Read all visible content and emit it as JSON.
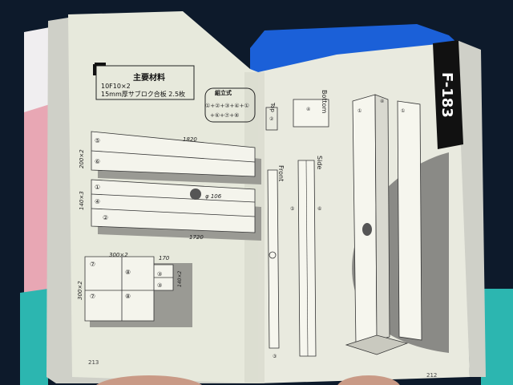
{
  "left_page": {
    "materials_title": "主要材料",
    "materials_line1": "10F10×2",
    "materials_line2": "15mm厚サブロク合板 2.5枚",
    "assembly_title": "組立式",
    "assembly_line1": "①+②+③+④+①",
    "assembly_line2": "+⑥+⑦+⑧",
    "dim_1820": "1820",
    "dim_200x2": "200×2",
    "dim_140x3": "140×3",
    "dim_phi106": "φ 106",
    "dim_1720": "1720",
    "dim_300x2_top": "300×2",
    "dim_170": "170",
    "dim_140x2": "140×2",
    "dim_300x2_side": "300×2",
    "page_number": "213",
    "board_labels": [
      "⑤",
      "⑥",
      "①",
      "④",
      "②"
    ],
    "cut_labels": [
      "⑦",
      "⑧",
      "③",
      "③",
      "⑦",
      "⑧"
    ]
  },
  "right_page": {
    "code": "F-183",
    "label_top": "Top",
    "label_bottom": "Bottom",
    "label_front": "Front",
    "label_side": "Side",
    "page_number": "212",
    "part_labels": [
      "②",
      "④",
      "③",
      "⑤",
      "⑥",
      "①",
      "④",
      "①"
    ]
  }
}
